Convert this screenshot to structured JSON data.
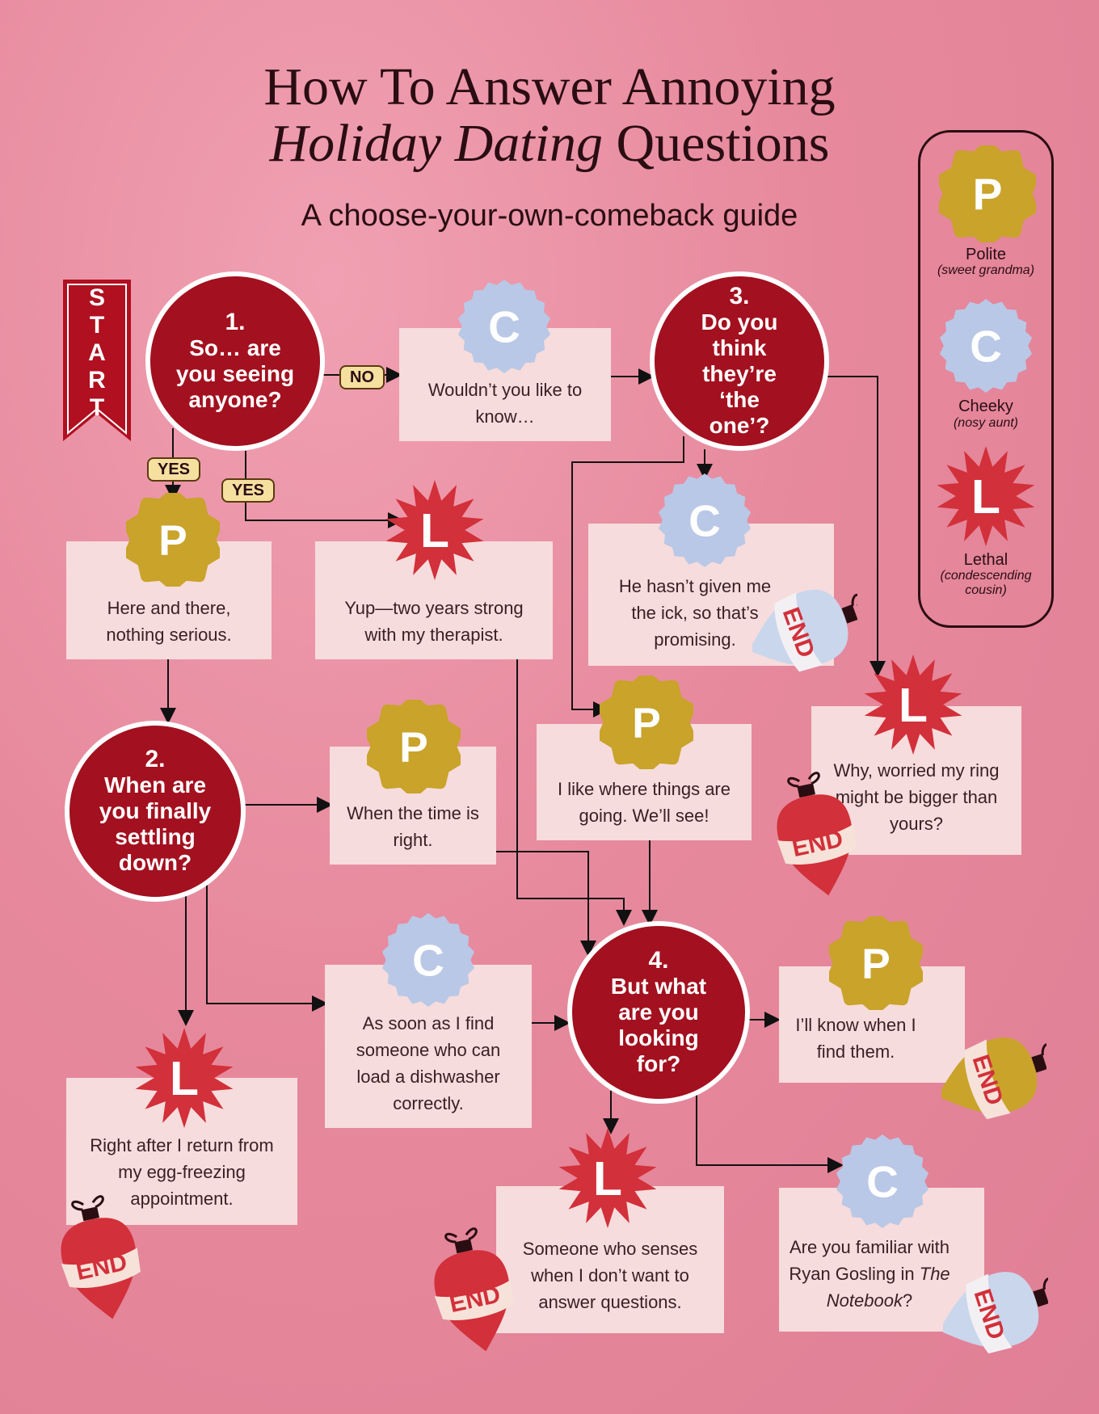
{
  "title": {
    "line1": "How To Answer Annoying",
    "line2_italic": "Holiday Dating",
    "line2_rest": " Questions"
  },
  "subtitle": "A choose-your-own-comeback guide",
  "start_label": "START",
  "end_label": "END",
  "legend": [
    {
      "letter": "P",
      "name": "Polite",
      "desc": "(sweet grandma)",
      "color": "#c9a32a"
    },
    {
      "letter": "C",
      "name": "Cheeky",
      "desc": "(nosy aunt)",
      "color": "#b9c8e6"
    },
    {
      "letter": "L",
      "name": "Lethal",
      "desc": "(condescending cousin)",
      "color": "#d2303a"
    }
  ],
  "questions": [
    {
      "num": "1.",
      "text": "So… are you seeing anyone?"
    },
    {
      "num": "2.",
      "text": "When are you finally settling down?"
    },
    {
      "num": "3.",
      "text": "Do you think they’re ‘the one’?"
    },
    {
      "num": "4.",
      "text": "But what are you looking for?"
    }
  ],
  "tags": {
    "no": "NO",
    "yes": "YES"
  },
  "answers": [
    {
      "type": "C",
      "text": "Wouldn’t you like to know…"
    },
    {
      "type": "P",
      "text": "Here and there, nothing serious."
    },
    {
      "type": "L",
      "text": "Yup—two years strong with my therapist."
    },
    {
      "type": "C",
      "text": "He hasn’t given me the ick, so that’s promising."
    },
    {
      "type": "L",
      "text": "Why, worried my ring might be bigger than yours?"
    },
    {
      "type": "P",
      "text": "When the time is right."
    },
    {
      "type": "P",
      "text": "I like where things are going. We’ll see!"
    },
    {
      "type": "C",
      "text": "As soon as I find someone who can load a dishwasher correctly."
    },
    {
      "type": "L",
      "text": "Right after I return from my egg-freezing appointment."
    },
    {
      "type": "P",
      "text": "I’ll know when I find them."
    },
    {
      "type": "L",
      "text": "Someone who senses when I don’t want to answer questions."
    },
    {
      "type": "C",
      "text": "Are you familiar with Ryan Gosling in ",
      "italic": "The Notebook",
      "tail": "?"
    }
  ]
}
